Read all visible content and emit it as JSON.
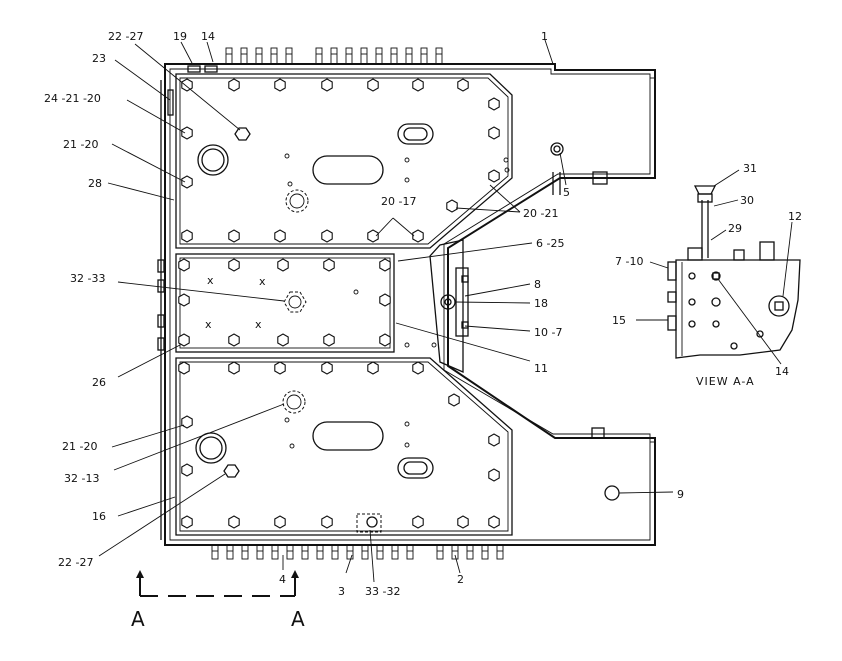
{
  "callouts": [
    {
      "id": "c1",
      "text": "1"
    },
    {
      "id": "c14a",
      "text": "14"
    },
    {
      "id": "c19",
      "text": "19"
    },
    {
      "id": "c22a",
      "text": "22 -27"
    },
    {
      "id": "c23",
      "text": "23"
    },
    {
      "id": "c24",
      "text": "24 -21 -20"
    },
    {
      "id": "c21a",
      "text": "21 -20"
    },
    {
      "id": "c28",
      "text": "28"
    },
    {
      "id": "c5",
      "text": "5"
    },
    {
      "id": "c20a",
      "text": "20 -17"
    },
    {
      "id": "c20b",
      "text": "20 -21"
    },
    {
      "id": "c6",
      "text": "6 -25"
    },
    {
      "id": "c8",
      "text": "8"
    },
    {
      "id": "c18",
      "text": "18"
    },
    {
      "id": "c10",
      "text": "10 -7"
    },
    {
      "id": "c11",
      "text": "11"
    },
    {
      "id": "c32a",
      "text": "32 -33"
    },
    {
      "id": "c26",
      "text": "26"
    },
    {
      "id": "c21b",
      "text": "21 -20"
    },
    {
      "id": "c32b",
      "text": "32 -13"
    },
    {
      "id": "c16",
      "text": "16"
    },
    {
      "id": "c22b",
      "text": "22 -27"
    },
    {
      "id": "c9",
      "text": "9"
    },
    {
      "id": "c4",
      "text": "4"
    },
    {
      "id": "c3",
      "text": "3"
    },
    {
      "id": "c33",
      "text": "33 -32"
    },
    {
      "id": "c2",
      "text": "2"
    },
    {
      "id": "c31",
      "text": "31"
    },
    {
      "id": "c30",
      "text": "30"
    },
    {
      "id": "c29",
      "text": "29"
    },
    {
      "id": "c12",
      "text": "12"
    },
    {
      "id": "c7",
      "text": "7 -10"
    },
    {
      "id": "c15",
      "text": "15"
    },
    {
      "id": "c14b",
      "text": "14"
    }
  ],
  "marks": {
    "x": "x"
  },
  "section": {
    "left": "A",
    "right": "A",
    "view_title": "VIEW A-A"
  }
}
